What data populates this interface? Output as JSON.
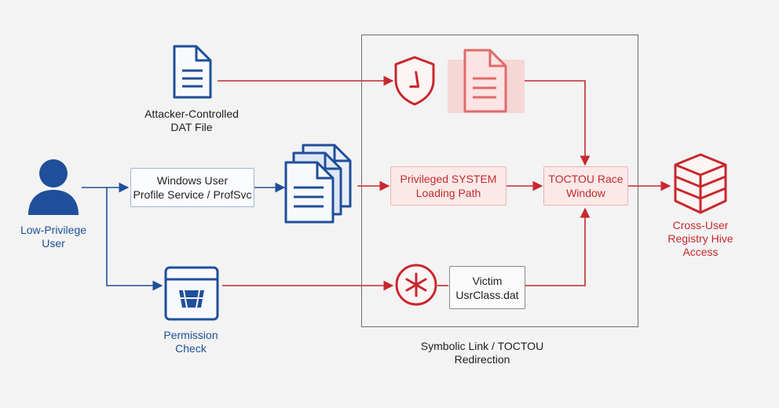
{
  "nodes": {
    "attacker_file": [
      "Attacker-Controlled",
      "DAT File"
    ],
    "user": [
      "Low-Privilege",
      "User"
    ],
    "profile_service": [
      "Windows User",
      "Profile Service / ProfSvc"
    ],
    "privileged_path": [
      "Privileged SYSTEM",
      "Loading Path"
    ],
    "toctou_window": [
      "TOCTOU Race",
      "Window"
    ],
    "target": [
      "Cross-User",
      "Registry Hive",
      "Access"
    ],
    "permission": [
      "Permission",
      "Check"
    ],
    "victim": [
      "Victim",
      "UsrClass.dat"
    ],
    "frame_caption": [
      "Symbolic Link / TOCTOU",
      "Redirection"
    ]
  },
  "icons": {
    "attacker_file": "document-icon",
    "user": "user-icon",
    "documents": "document-stack-icon",
    "shield": "shield-icon",
    "ghost_document": "document-icon",
    "permission": "window-icon",
    "symlink": "asterisk-icon",
    "registry": "stacked-cubes-icon"
  },
  "colors": {
    "blue": "#1f4f9a",
    "red": "#c8282e",
    "red_fill": "#fbe9e8",
    "frame": "#6e6e6e",
    "background": "#f3f3f3"
  }
}
